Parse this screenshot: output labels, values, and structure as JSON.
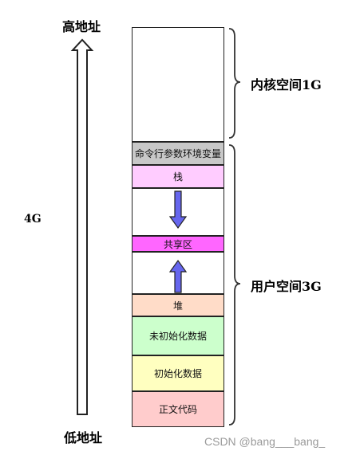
{
  "address_labels": {
    "high": "高地址",
    "low": "低地址",
    "total": "4G"
  },
  "regions": {
    "kernel": "内核空间1G",
    "user": "用户空间3G"
  },
  "segments": {
    "env": "命令行参数环境变量",
    "stack": "栈",
    "shared": "共享区",
    "heap": "堆",
    "bss": "未初始化数据",
    "data": "初始化数据",
    "text": "正文代码"
  },
  "colors": {
    "env": "#c8c8c8",
    "stack": "#ffccff",
    "shared": "#ff66ff",
    "heap": "#ffdcc8",
    "bss": "#ccffcc",
    "data": "#ffffc0",
    "text": "#ffcccc",
    "arrow_fill": "#6666ee"
  },
  "watermark": "CSDN @bang___bang_"
}
